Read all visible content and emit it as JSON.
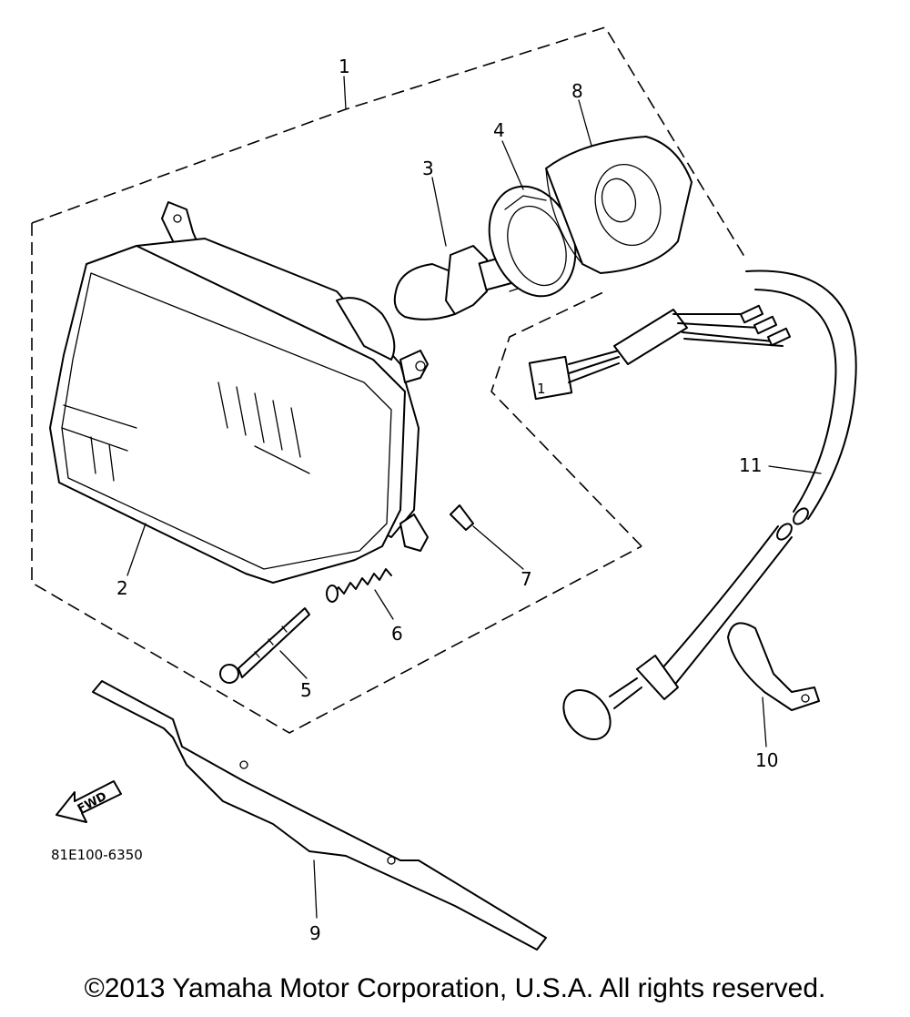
{
  "diagram": {
    "callouts": [
      {
        "id": "1",
        "label": "1"
      },
      {
        "id": "2",
        "label": "2"
      },
      {
        "id": "3",
        "label": "3"
      },
      {
        "id": "4",
        "label": "4"
      },
      {
        "id": "5",
        "label": "5"
      },
      {
        "id": "6",
        "label": "6"
      },
      {
        "id": "7",
        "label": "7"
      },
      {
        "id": "8",
        "label": "8"
      },
      {
        "id": "9",
        "label": "9"
      },
      {
        "id": "10",
        "label": "10"
      },
      {
        "id": "11",
        "label": "11"
      }
    ],
    "diagram_code": "81E100-6350",
    "fwd_label": "FWD"
  },
  "footer": {
    "copyright": "©2013 Yamaha Motor Corporation, U.S.A. All rights reserved."
  }
}
